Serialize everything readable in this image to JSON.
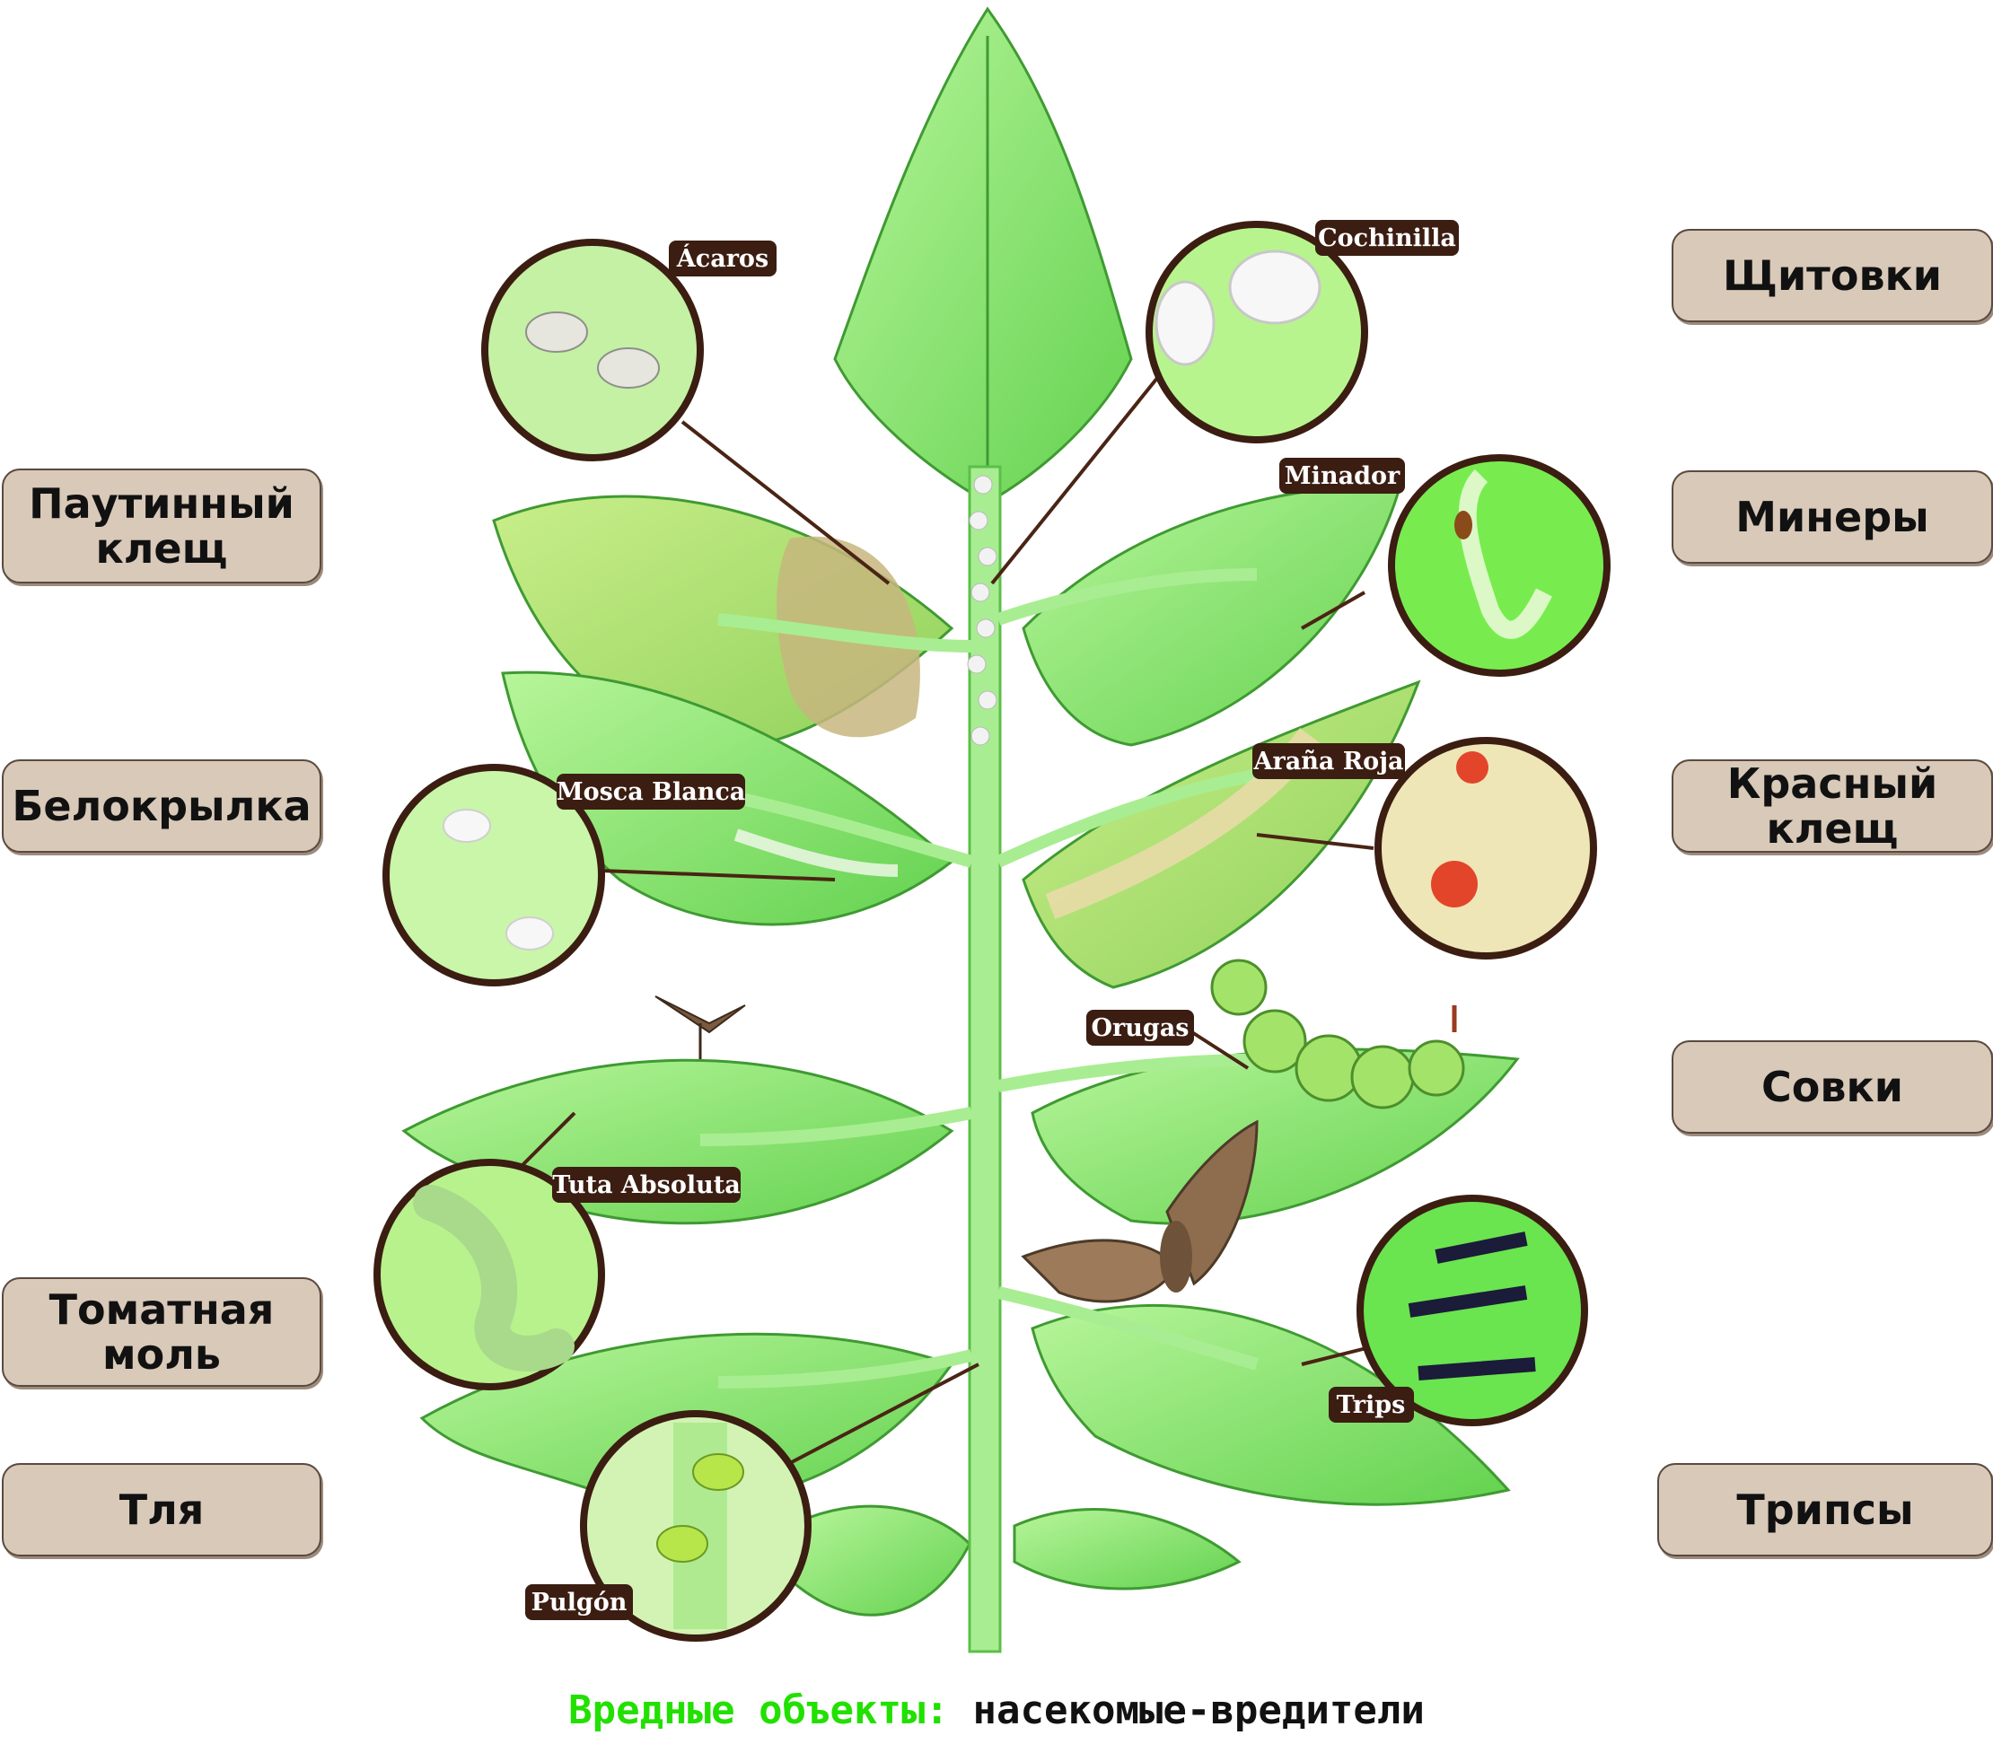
{
  "russian_labels": {
    "shchitovki": "Щитовки",
    "pautinny_line1": "Паутинный",
    "pautinny_line2": "клещ",
    "minery": "Минеры",
    "belokrylka": "Белокрылка",
    "krasny_line1": "Красный",
    "krasny_line2": "клещ",
    "sovki": "Совки",
    "tomatnaya_line1": "Томатная",
    "tomatnaya_line2": "моль",
    "tlya": "Тля",
    "tripsy": "Трипсы"
  },
  "spanish_tags": {
    "acaros": "Ácaros",
    "cochinilla": "Cochinilla",
    "minador": "Minador",
    "mosca_blanca": "Mosca Blanca",
    "arana_roja": "Araña Roja",
    "orugas": "Orugas",
    "tuta_absoluta": "Tuta Absoluta",
    "trips": "Trips",
    "pulgon": "Pulgón"
  },
  "caption": {
    "green_part": "Вредные объекты:",
    "black_part": "насекомые-вредители"
  },
  "colors": {
    "leaf_light": "#9aee7e",
    "leaf_dark": "#5fce4f",
    "stem": "#a9ed92",
    "tag_bg": "#3b1d12",
    "box_bg": "#d8c9b9",
    "caption_green": "#22e000"
  }
}
